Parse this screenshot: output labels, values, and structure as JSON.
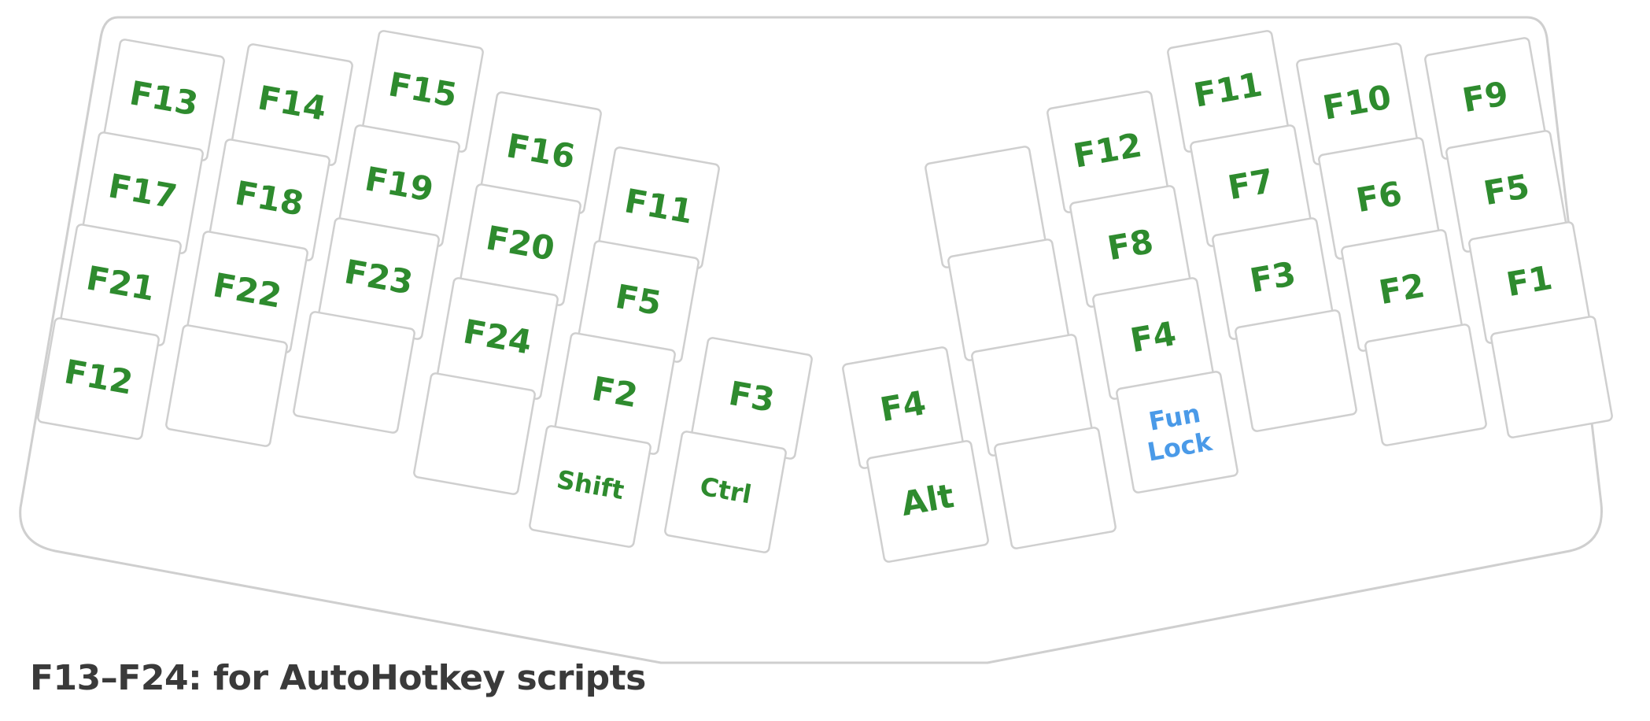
{
  "caption": "F13–F24: for AutoHotkey scripts",
  "colors": {
    "outline": "#cfcfcf",
    "key_border": "#cfcfcf",
    "label_green": "#2e8b2e",
    "label_blue": "#4a9ae8",
    "caption": "#3a3a3a"
  },
  "left_half": {
    "columns": [
      {
        "keys": [
          "F13",
          "F17",
          "F21",
          "F12"
        ]
      },
      {
        "keys": [
          "F14",
          "F18",
          "F22",
          ""
        ]
      },
      {
        "keys": [
          "F15",
          "F19",
          "F23",
          ""
        ]
      },
      {
        "keys": [
          "F16",
          "F20",
          "F24",
          ""
        ]
      },
      {
        "keys": [
          "F11",
          "F5",
          "F2",
          "Shift"
        ]
      }
    ],
    "thumb": [
      "F3",
      "Ctrl"
    ]
  },
  "right_half": {
    "thumb": [
      "F4",
      "Alt"
    ],
    "columns": [
      {
        "keys": [
          "",
          "",
          "",
          ""
        ]
      },
      {
        "keys": [
          "F12",
          "F8",
          "F4",
          "Fun Lock"
        ]
      },
      {
        "keys": [
          "F11",
          "F7",
          "F3",
          ""
        ]
      },
      {
        "keys": [
          "F10",
          "F6",
          "F2",
          ""
        ]
      },
      {
        "keys": [
          "F9",
          "F5",
          "F1",
          ""
        ]
      }
    ]
  },
  "special_keys": [
    "Fun Lock"
  ]
}
